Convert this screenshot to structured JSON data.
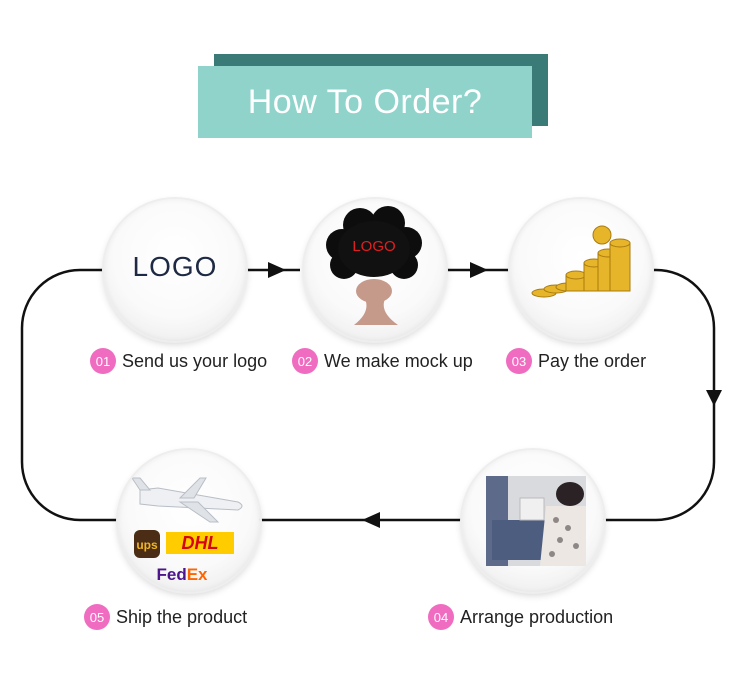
{
  "title": "How To Order?",
  "steps": [
    {
      "num": "01",
      "label": "Send us your logo"
    },
    {
      "num": "02",
      "label": "We make mock up"
    },
    {
      "num": "03",
      "label": "Pay the order"
    },
    {
      "num": "04",
      "label": "Arrange production"
    },
    {
      "num": "05",
      "label": "Ship the product"
    }
  ],
  "images": {
    "logo_text": "LOGO",
    "mockup_text": "LOGO",
    "carriers": [
      "ups",
      "DHL",
      "FedEx"
    ]
  },
  "colors": {
    "title_bg": "#8fd3cb",
    "title_shadow": "#3a7a77",
    "number_badge": "#ef6cc0",
    "connector": "#111111"
  }
}
